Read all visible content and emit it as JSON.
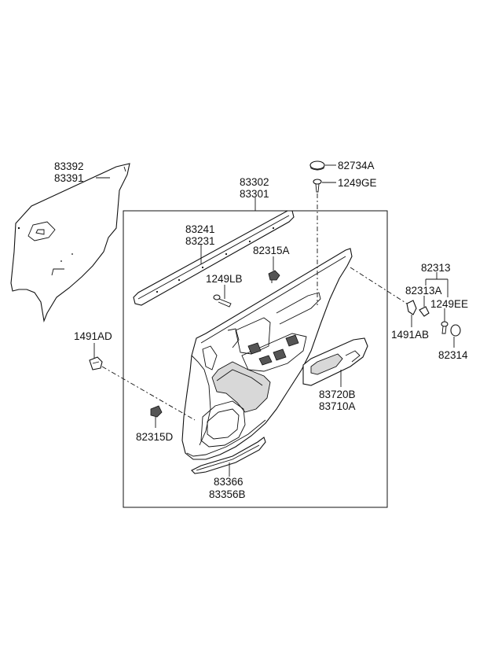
{
  "labels": {
    "l83392": "83392",
    "l83391": "83391",
    "l83302": "83302",
    "l83301": "83301",
    "l82734A": "82734A",
    "l1249GE": "1249GE",
    "l83241": "83241",
    "l83231": "83231",
    "l82315A": "82315A",
    "l1249LB": "1249LB",
    "l82313": "82313",
    "l82313A": "82313A",
    "l1249EE": "1249EE",
    "l1491AD": "1491AD",
    "l1491AB": "1491AB",
    "l82314": "82314",
    "l83720B": "83720B",
    "l83710A": "83710A",
    "l82315D": "82315D",
    "l83366": "83366",
    "l83356B": "83356B"
  }
}
